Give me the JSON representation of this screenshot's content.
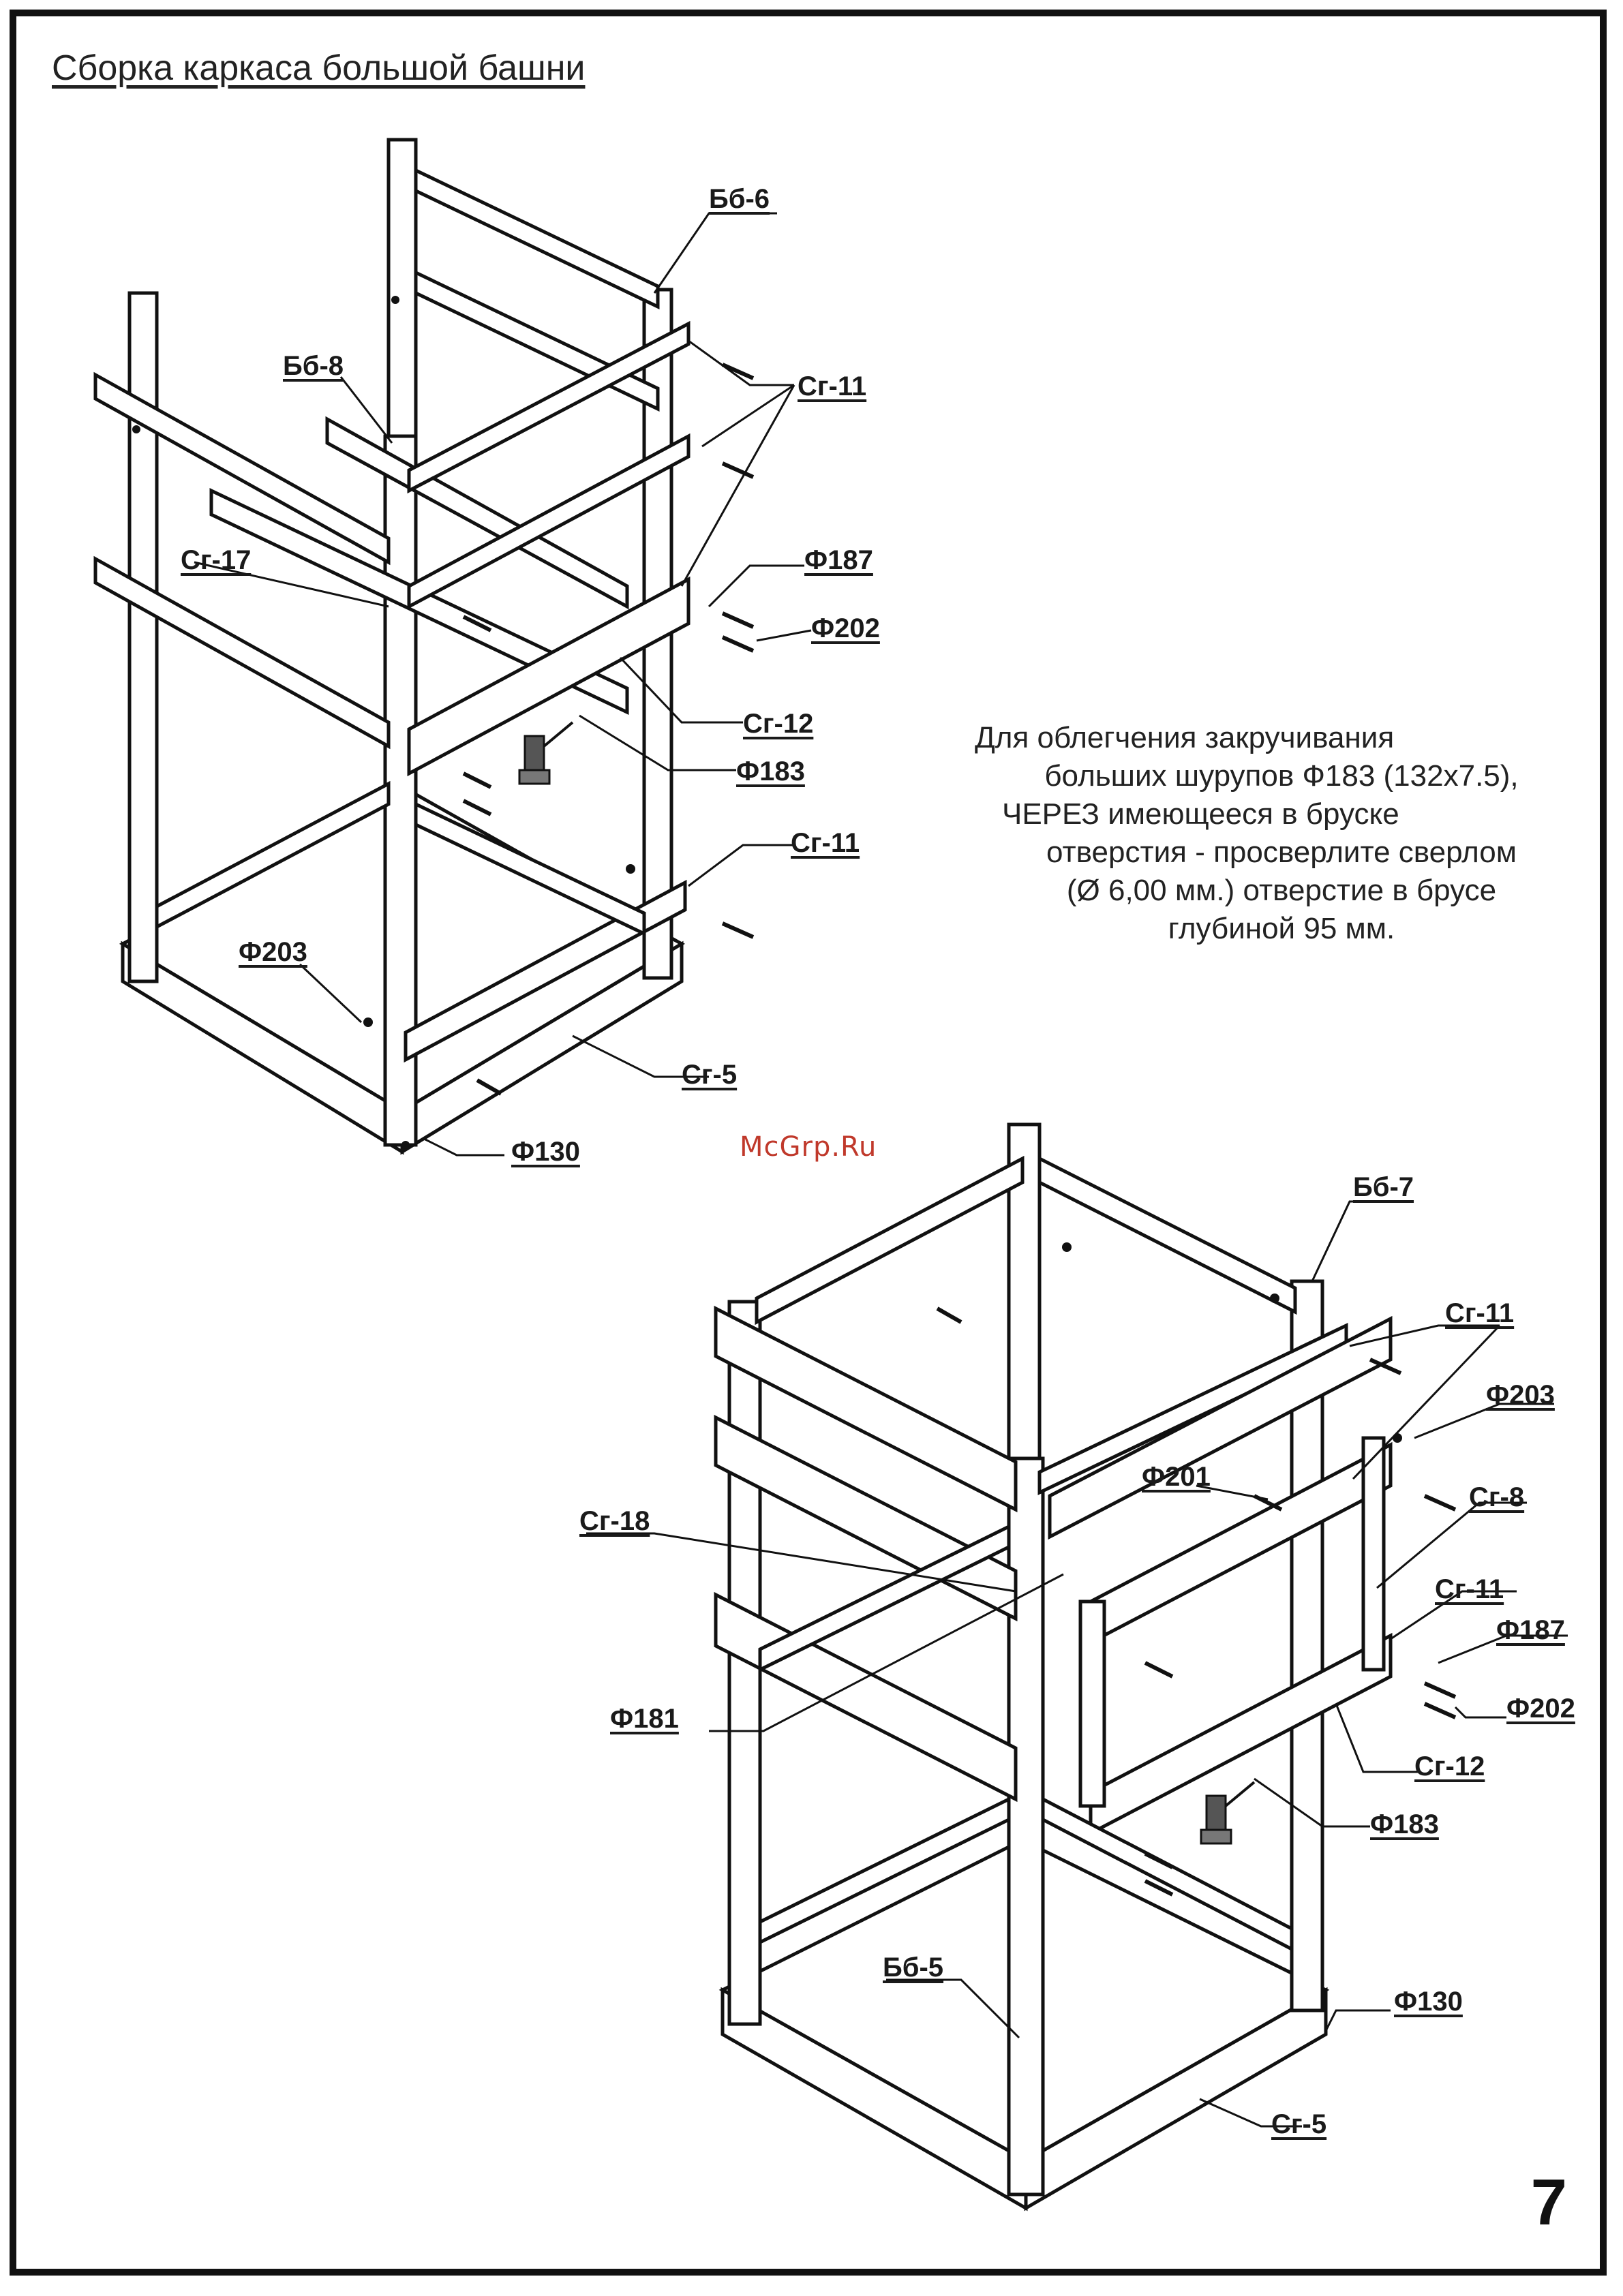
{
  "title": "Сборка каркаса большой башни",
  "watermark": "McGrp.Ru",
  "page_number": "7",
  "note_lines": [
    "Для облегчения закручивания",
    "больших шурупов Ф183 (132х7.5),",
    "ЧЕРЕЗ имеющееся в бруске",
    "отверстия - просверлите сверлом",
    "(Ø 6,00 мм.) отверстие в брусе",
    "глубиной 95 мм."
  ],
  "figure_top": {
    "labels": {
      "bb6": "Бб-6",
      "sg11a": "Сг-11",
      "bb8": "Бб-8",
      "sg17": "Сг-17",
      "f187": "Ф187",
      "f202": "Ф202",
      "sg12": "Сг-12",
      "f183": "Ф183",
      "sg11b": "Сг-11",
      "f203": "Ф203",
      "sg5": "Сг-5",
      "f130": "Ф130"
    }
  },
  "figure_bottom": {
    "labels": {
      "bb7": "Бб-7",
      "sg11a": "Сг-11",
      "f203": "Ф203",
      "f201": "Ф201",
      "sg8": "Сг-8",
      "sg18": "Сг-18",
      "sg11b": "Сг-11",
      "f187": "Ф187",
      "f181": "Ф181",
      "f202": "Ф202",
      "sg12": "Сг-12",
      "f183": "Ф183",
      "bb5": "Бб-5",
      "f130": "Ф130",
      "sg5": "Сг-5"
    }
  }
}
